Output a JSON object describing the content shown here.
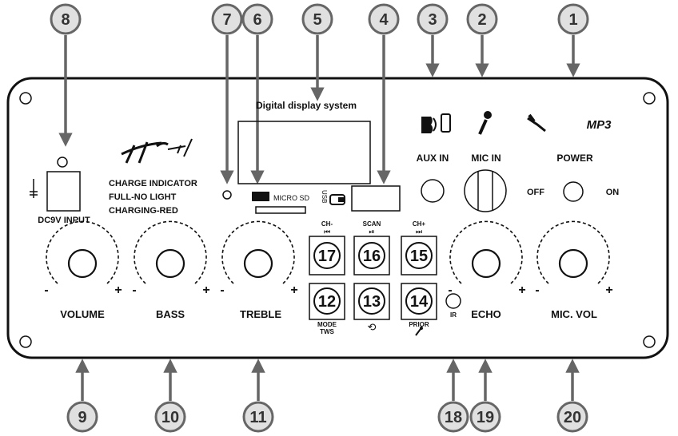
{
  "callouts": {
    "c1": "1",
    "c2": "2",
    "c3": "3",
    "c4": "4",
    "c5": "5",
    "c6": "6",
    "c7": "7",
    "c8": "8",
    "c9": "9",
    "c10": "10",
    "c11": "11",
    "c18": "18",
    "c19": "19",
    "c20": "20"
  },
  "labels": {
    "display_title": "Digital display system",
    "aux_in": "AUX IN",
    "mic_in": "MIC IN",
    "power": "POWER",
    "off": "OFF",
    "on": "ON",
    "mp3": "MP3",
    "charge_indicator": "CHARGE INDICATOR",
    "full_no_light": "FULL-NO LIGHT",
    "charging_red": "CHARGING-RED",
    "dc_input": "DC9V INPUT",
    "micro_sd": "MICRO SD",
    "usb": "USB",
    "ir": "IR",
    "minus": "-",
    "plus": "+"
  },
  "knobs": {
    "volume": "VOLUME",
    "bass": "BASS",
    "treble": "TREBLE",
    "echo": "ECHO",
    "mic_vol": "MIC. VOL"
  },
  "buttons": {
    "b17": {
      "num": "17",
      "top": "CH-",
      "top_sym": "⏮"
    },
    "b16": {
      "num": "16",
      "top": "SCAN",
      "top_sym": "⏯"
    },
    "b15": {
      "num": "15",
      "top": "CH+",
      "top_sym": "⏭"
    },
    "b12": {
      "num": "12",
      "bottom1": "MODE",
      "bottom2": "TWS"
    },
    "b13": {
      "num": "13",
      "bottom_sym": "⟲"
    },
    "b14": {
      "num": "14",
      "bottom1": "PRIOR"
    }
  },
  "colors": {
    "callout_fill": "#e0e0e0",
    "callout_stroke": "#666666",
    "line": "#111111"
  }
}
